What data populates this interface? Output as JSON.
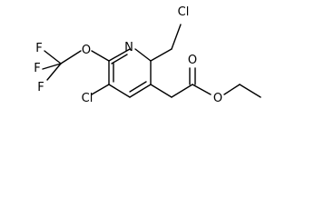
{
  "molecule": {
    "atoms": {
      "ring_nitrogen": "N",
      "ether_oxygen": "O",
      "fluorine_top": "F",
      "fluorine_left": "F",
      "fluorine_bottom": "F",
      "chlorine_ring": "Cl",
      "chlorine_methyl": "Cl",
      "carbonyl_oxygen": "O",
      "ester_oxygen": "O"
    }
  }
}
